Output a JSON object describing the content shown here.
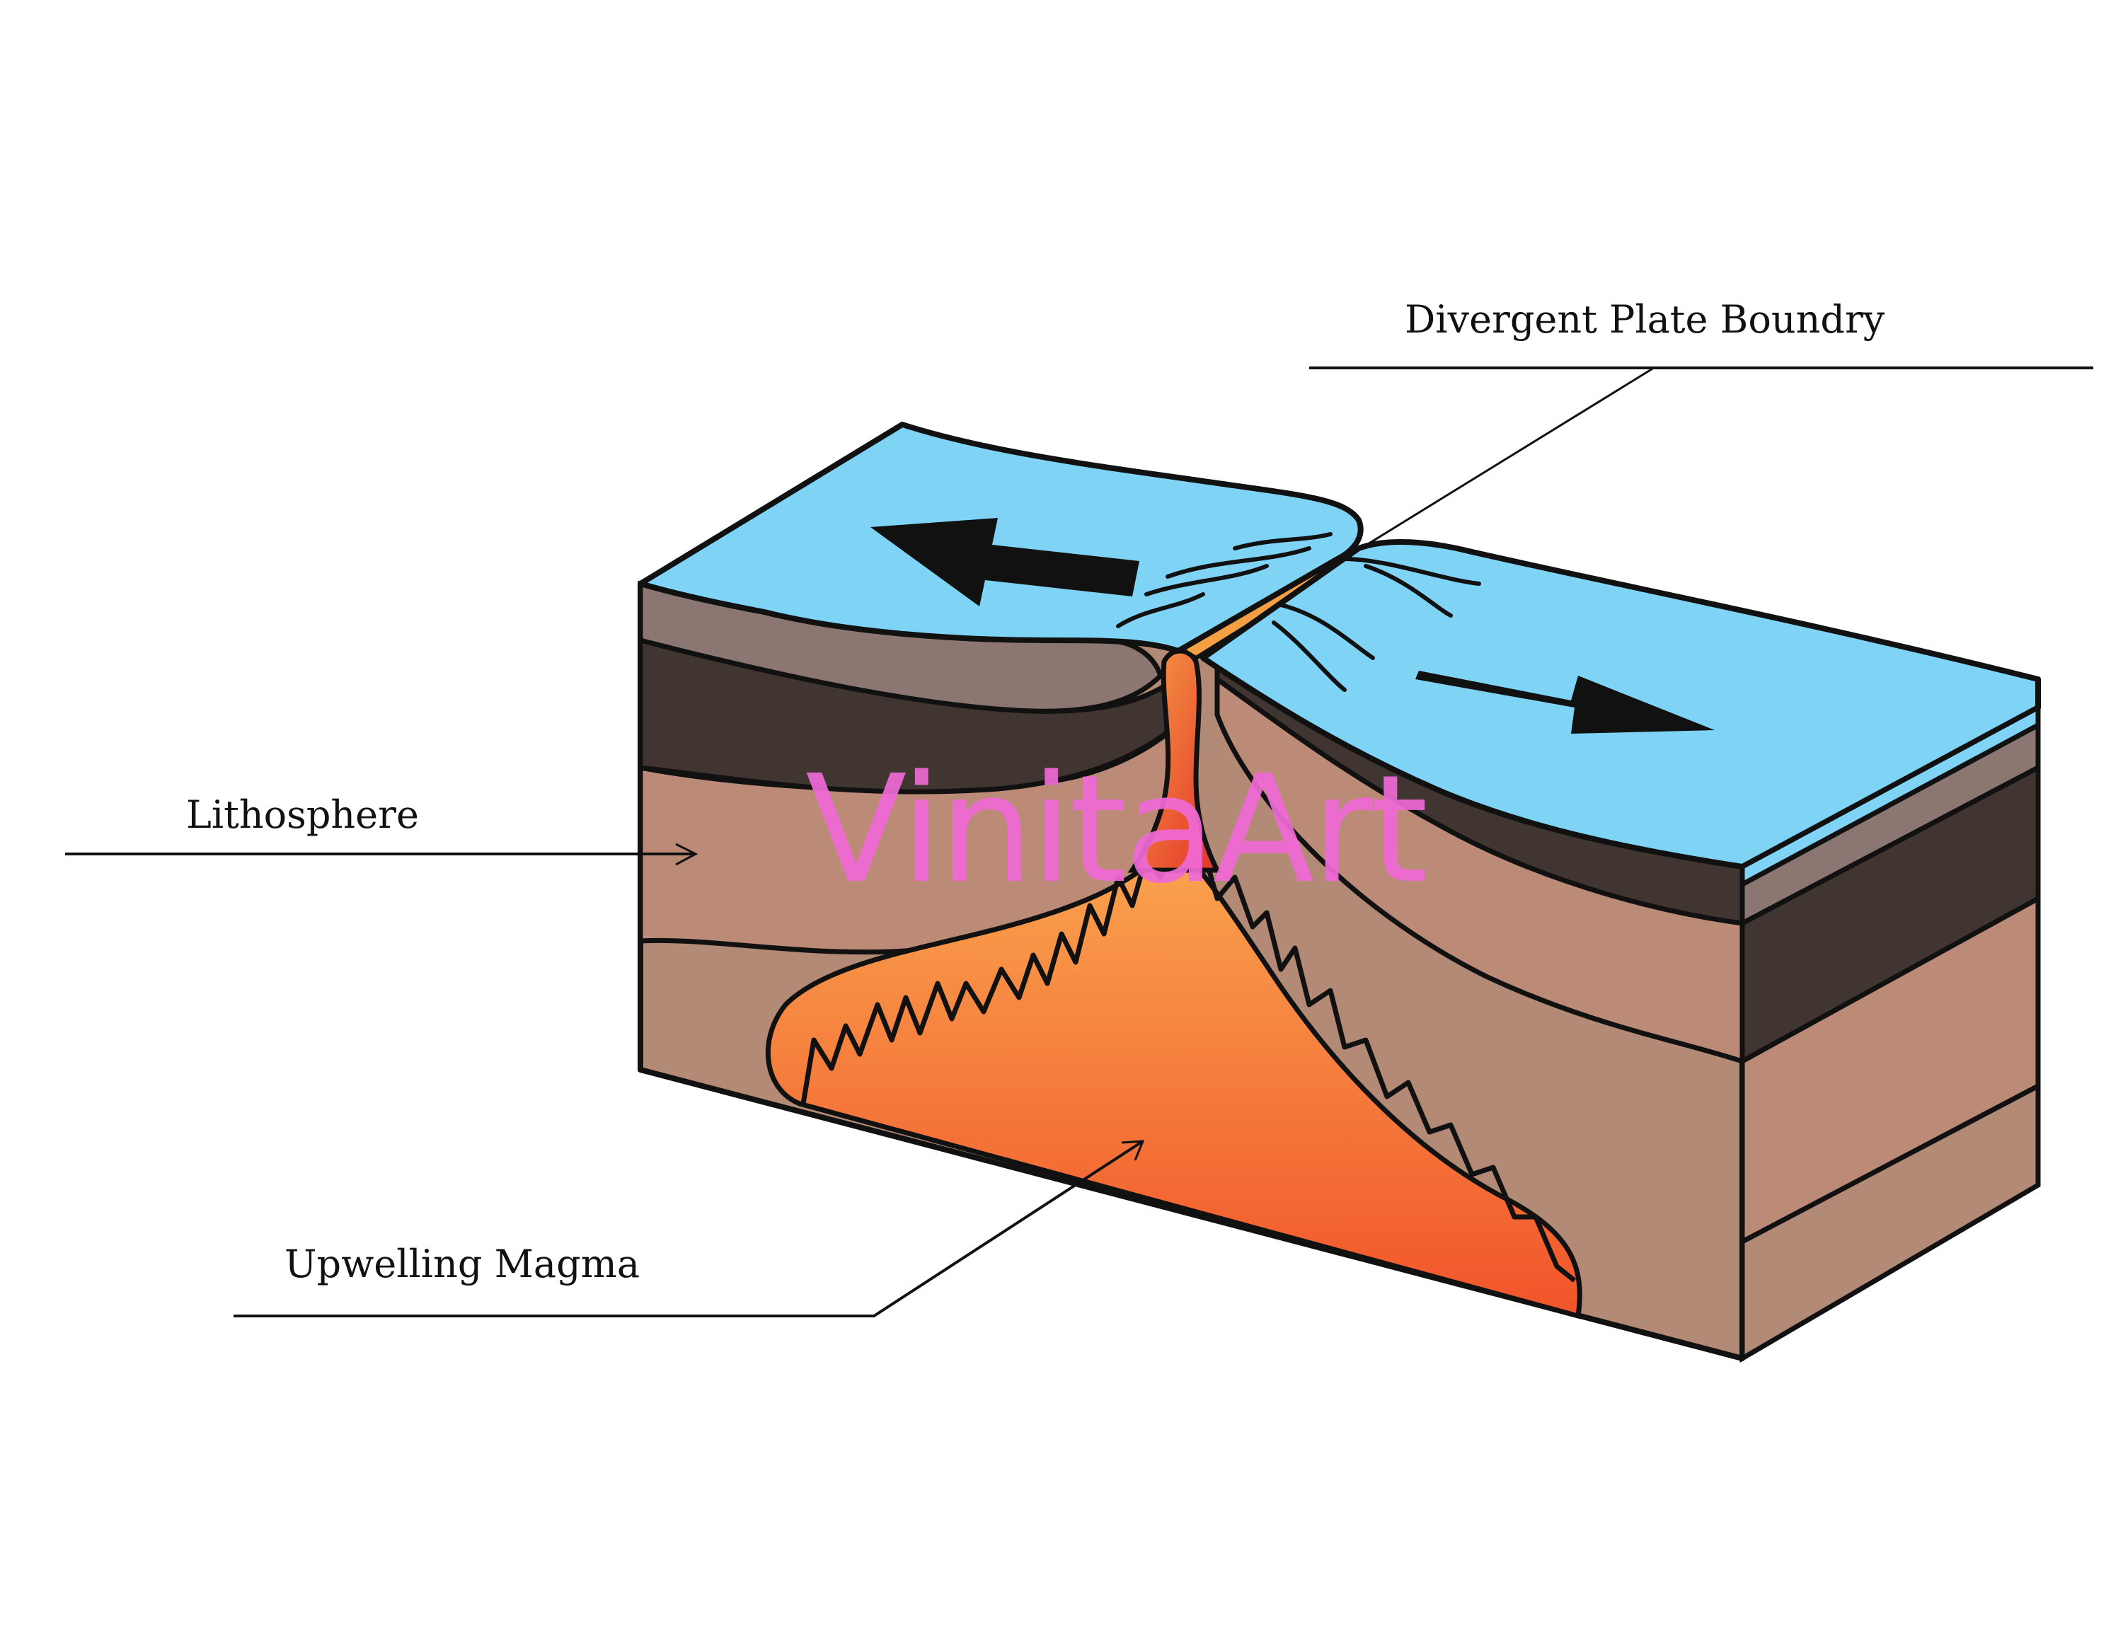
{
  "labels": {
    "divergent": "Divergent Plate Boundry",
    "lithosphere": "Lithosphere",
    "magma": "Upwelling Magma"
  },
  "watermark": "VinitaArt",
  "colors": {
    "ocean": "#7fd3f5",
    "crust_top": "#8b7671",
    "crust_dark": "#413531",
    "lithosphere": "#bc8b77",
    "mantle": "#b38a76",
    "magma_light": "#f9a54f",
    "magma_dark": "#f1542a",
    "vent_red": "#e5332a",
    "arrow": "#111111",
    "watermark": "#f06ad6"
  }
}
